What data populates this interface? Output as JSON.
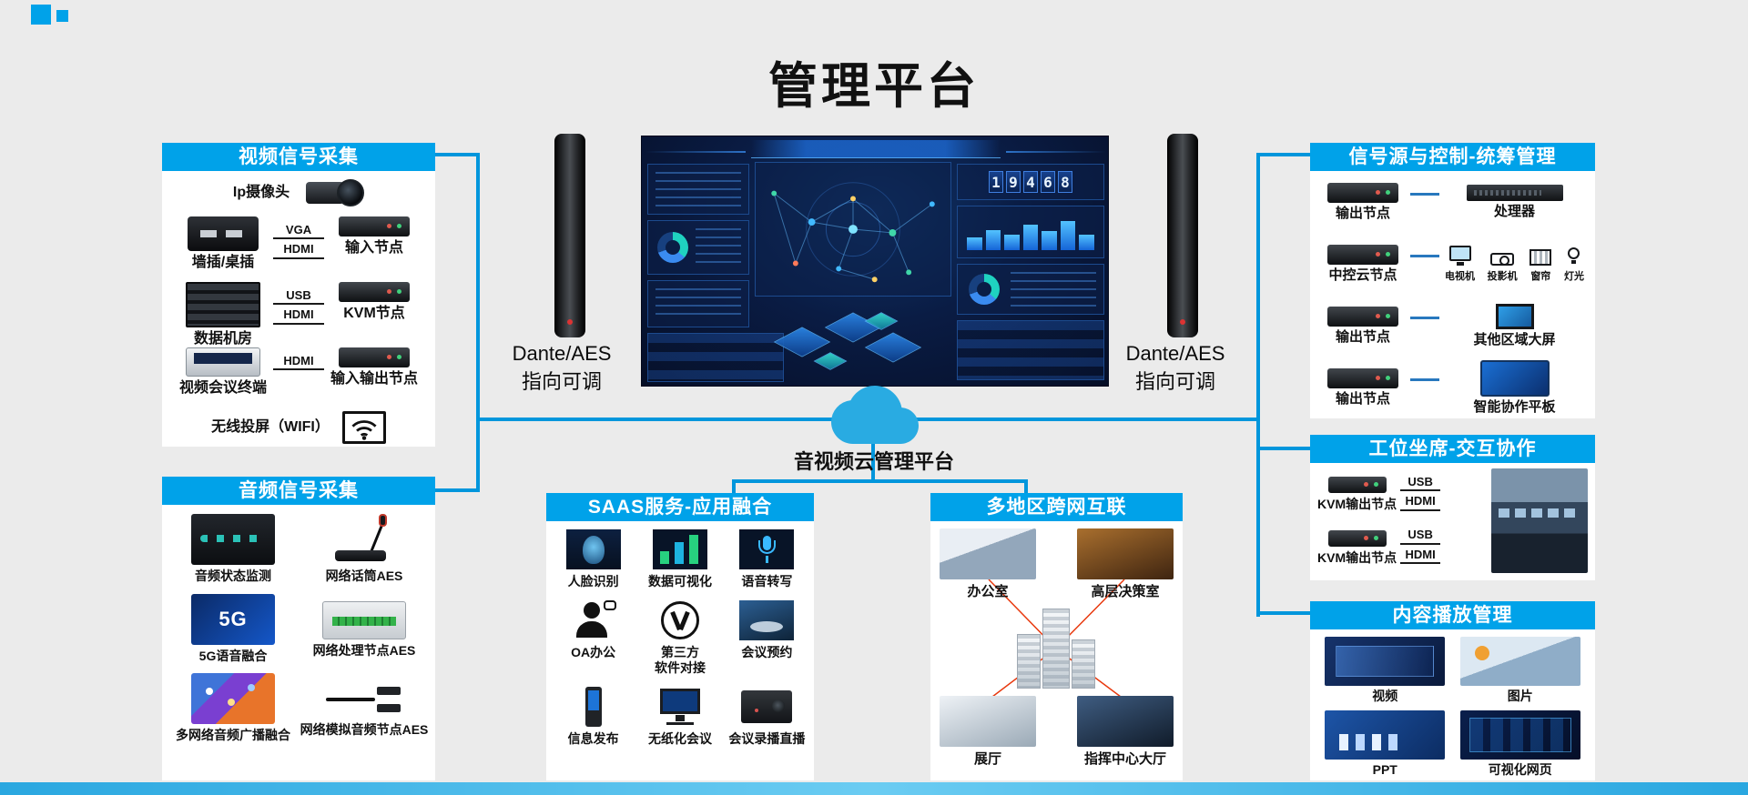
{
  "title": "管理平台",
  "colors": {
    "accent": "#00a2e9",
    "connector_line": "#0096dc",
    "device_link": "#2878be",
    "region_link": "#e8380d",
    "cloud": "#29abe2"
  },
  "cloud": {
    "label": "音视频云管理平台"
  },
  "speakers": {
    "line1": "Dante/AES",
    "line2": "指向可调"
  },
  "dashboard": {
    "digits": [
      "1",
      "9",
      "4",
      "6",
      "8"
    ]
  },
  "video_panel": {
    "title": "视频信号采集",
    "camera_label": "Ip摄像头",
    "rows": [
      {
        "left": "墙插/桌插",
        "conns": [
          "VGA",
          "HDMI"
        ],
        "right": "输入节点"
      },
      {
        "left": "数据机房",
        "conns": [
          "USB",
          "HDMI"
        ],
        "right": "KVM节点"
      },
      {
        "left": "视频会议终端",
        "conns": [
          "HDMI"
        ],
        "right": "输入输出节点"
      }
    ],
    "wireless_label": "无线投屏（WIFI）"
  },
  "audio_panel": {
    "title": "音频信号采集",
    "badge_5g": "5G",
    "items": [
      "音频状态监测",
      "网络话筒AES",
      "5G语音融合",
      "网络处理节点AES",
      "多网络音频广播融合",
      "网络模拟音频节点AES"
    ]
  },
  "saas_panel": {
    "title": "SAAS服务-应用融合",
    "items": [
      "人脸识别",
      "数据可视化",
      "语音转写",
      "OA办公",
      "第三方\n软件对接",
      "会议预约",
      "信息发布",
      "无纸化会议",
      "会议录播直播"
    ]
  },
  "regions_panel": {
    "title": "多地区跨网互联",
    "items": [
      "办公室",
      "高层决策室",
      "展厅",
      "指挥中心大厅"
    ]
  },
  "control_panel": {
    "title": "信号源与控制-统筹管理",
    "rows": [
      {
        "left": "输出节点",
        "right": "处理器"
      },
      {
        "left": "中控云节点",
        "icons": [
          "电视机",
          "投影机",
          "窗帘",
          "灯光"
        ]
      },
      {
        "left": "输出节点",
        "right": "其他区域大屏"
      },
      {
        "left": "输出节点",
        "right": "智能协作平板"
      }
    ]
  },
  "kvm_panel": {
    "title": "工位坐席-交互协作",
    "rows": [
      {
        "label": "KVM输出节点",
        "conns": [
          "USB",
          "HDMI"
        ]
      },
      {
        "label": "KVM输出节点",
        "conns": [
          "USB",
          "HDMI"
        ]
      }
    ]
  },
  "content_panel": {
    "title": "内容播放管理",
    "items": [
      "视频",
      "图片",
      "PPT",
      "可视化网页"
    ]
  }
}
